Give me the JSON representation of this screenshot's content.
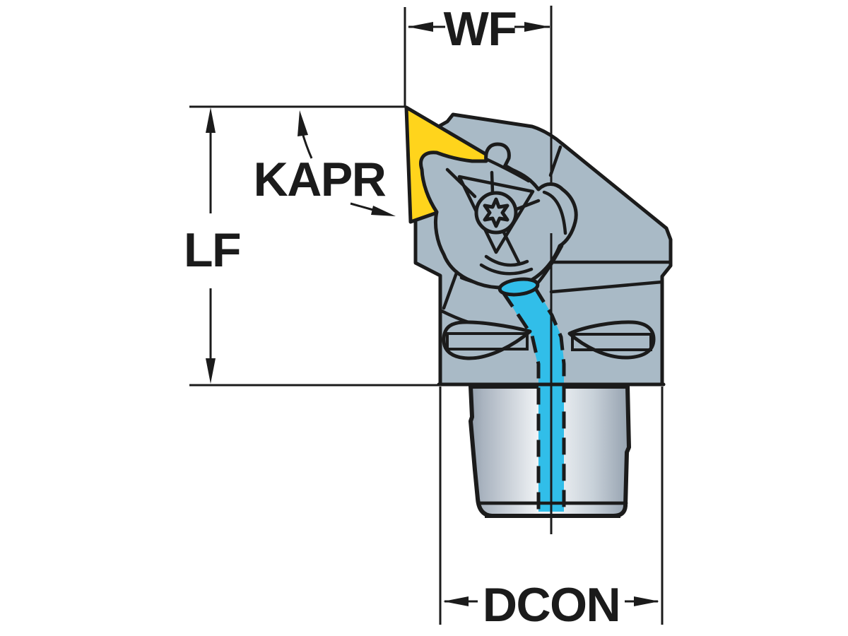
{
  "drawing": {
    "dimension_labels": {
      "wf": "WF",
      "kapr": "KAPR",
      "lf": "LF",
      "dcon": "DCON"
    },
    "colors": {
      "insert_yellow": "#FFD41C",
      "body_gray": "#A9BAC6",
      "coolant_cyan": "#31BEE9",
      "line_black": "#1B1B1B",
      "shank_highlight": "#EEF1F4",
      "shank_shadow": "#97A4B1",
      "background": "#FFFFFF"
    }
  }
}
